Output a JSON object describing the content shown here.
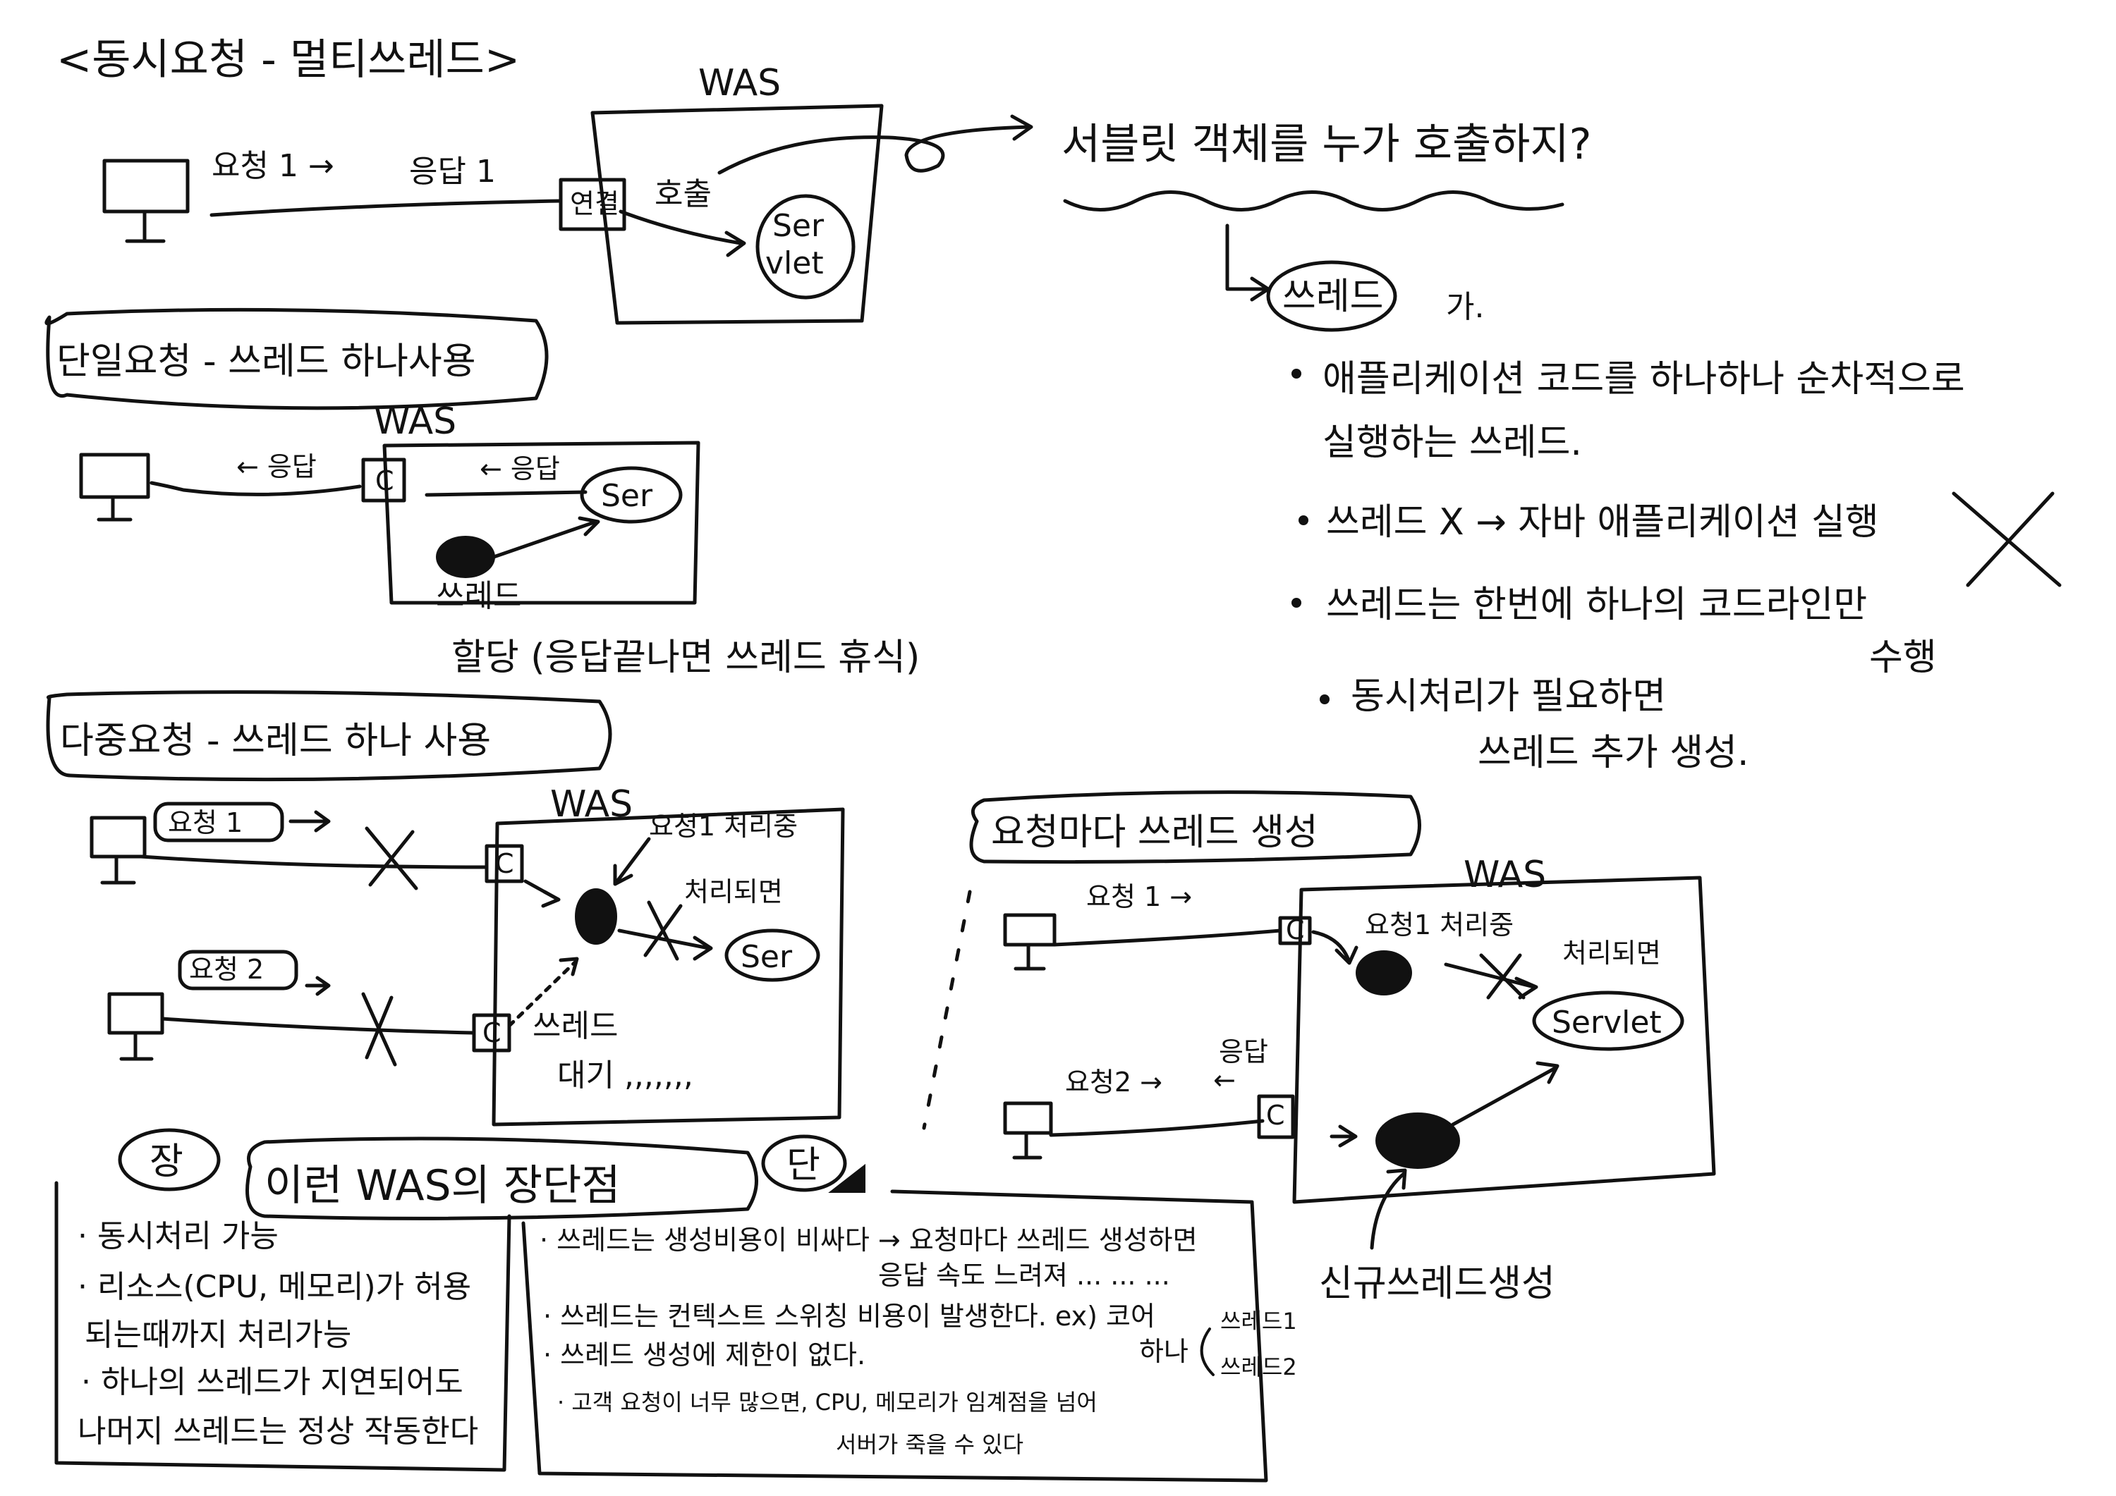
{
  "title": "<동시요청 - 멀티쓰레드>",
  "top": {
    "was": "WAS",
    "request1": "요청 1 →",
    "response1": "응답 1",
    "connect": "연결",
    "call": "호출",
    "servlet": "Ser vlet",
    "question": "서블릿 객체를 누가 호출하지?",
    "answer_word": "쓰레드",
    "answer_suffix": "가.",
    "bullets": [
      "애플리케이션 코드를 하나하나 순차적으로",
      "실행하는 쓰레드.",
      "쓰레드 X → 자바 애플리케이션 실행",
      "쓰레드는 한번에 하나의 코드라인만",
      "수행",
      "동시처리가 필요하면",
      "쓰레드 추가 생성."
    ]
  },
  "single": {
    "heading": "단일요청 - 쓰레드 하나사용",
    "was": "WAS",
    "resp_left": "← 응답",
    "resp_right": "← 응답",
    "c": "C",
    "ser": "Ser",
    "thread": "쓰레드",
    "note": "할당 (응답끝나면 쓰레드 휴식)"
  },
  "multi": {
    "heading": "다중요청 - 쓰레드 하나 사용",
    "was": "WAS",
    "req1": "요청 1",
    "req2": "요청 2",
    "c": "C",
    "processing": "요청1 처리중",
    "after": "처리되면",
    "ser": "Ser",
    "thread_wait_1": "쓰레드",
    "thread_wait_2": "대기 ,,,,,,,"
  },
  "per_request": {
    "heading": "요청마다 쓰레드 생성",
    "was": "WAS",
    "req1": "요청 1 →",
    "req2": "요청2 →",
    "resp": "응답",
    "resp_arrow": "←",
    "c": "C",
    "processing": "요청1 처리중",
    "after": "처리되면",
    "servlet": "Servlet",
    "new_thread": "신규쓰레드생성"
  },
  "pros_cons": {
    "pro_badge": "장",
    "con_badge": "단",
    "heading": "이런 WAS의 장단점",
    "pros": [
      "· 동시처리 가능",
      "· 리소스(CPU, 메모리)가 허용",
      "되는때까지 처리가능",
      "· 하나의 쓰레드가 지연되어도",
      "나머지 쓰레드는 정상 작동한다"
    ],
    "cons": [
      "· 쓰레드는 생성비용이 비싸다 → 요청마다 쓰레드 생성하면",
      "응답 속도 느려져 ... ... ...",
      "· 쓰레드는 컨텍스트 스위칭 비용이 발생한다. ex) 코어",
      "하나",
      "· 쓰레드 생성에 제한이 없다.",
      "· 고객 요청이 너무 많으면, CPU, 메모리가 임계점을 넘어",
      "서버가 죽을 수 있다"
    ],
    "ctx_t1": "쓰레드1",
    "ctx_t2": "쓰레드2"
  }
}
